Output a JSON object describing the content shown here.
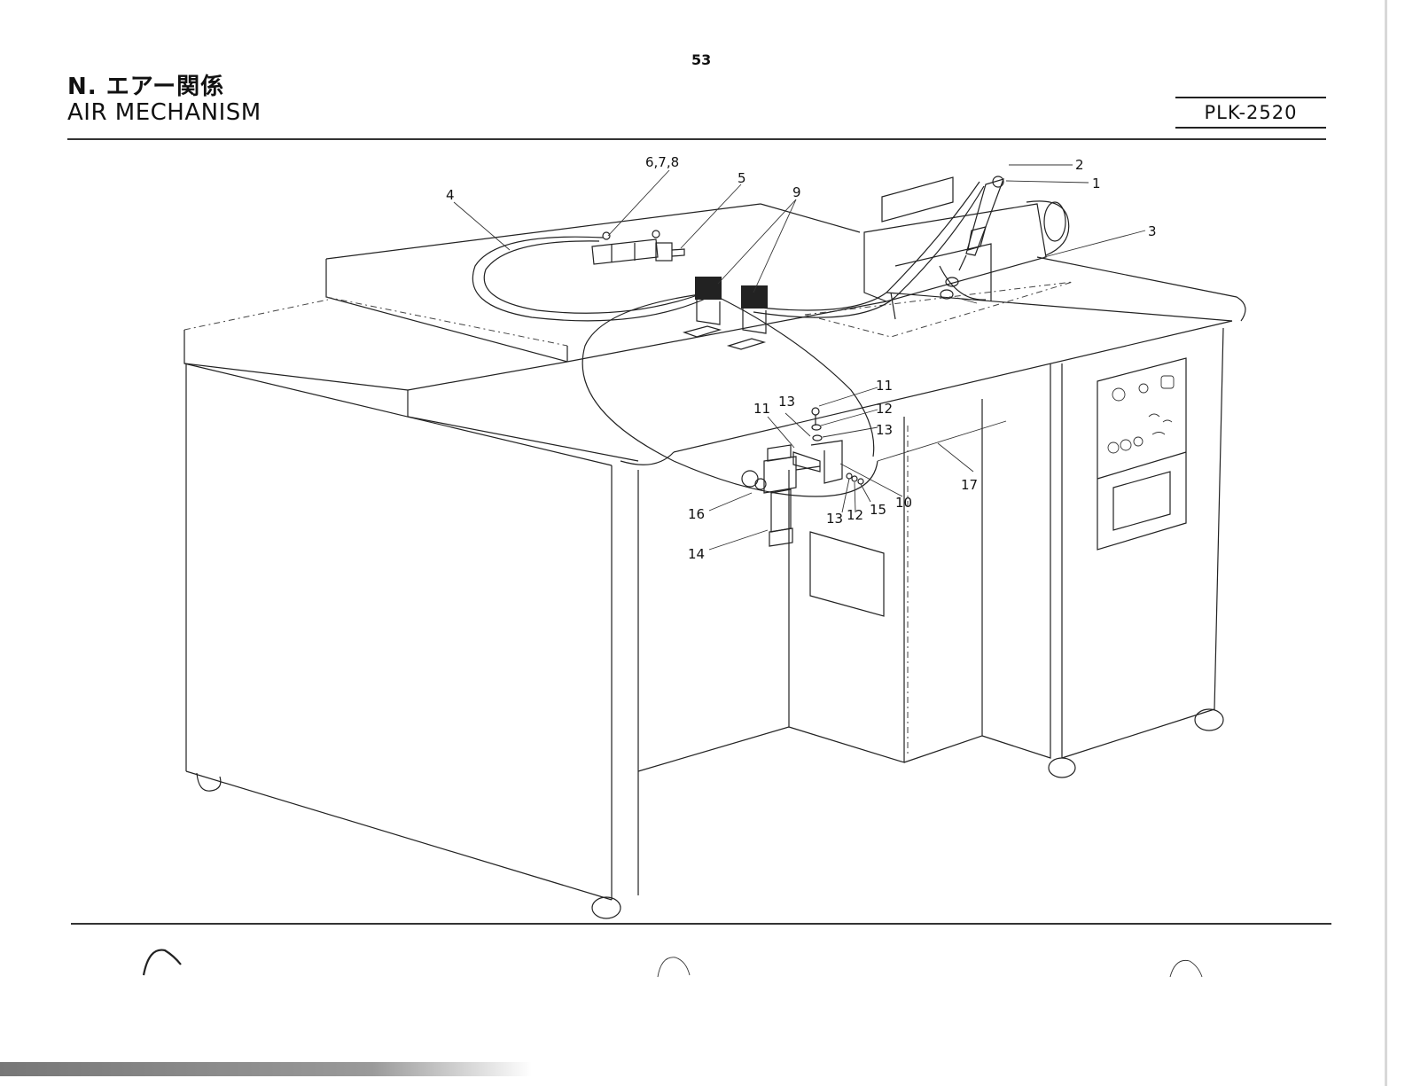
{
  "page": {
    "number": "53",
    "title_jp": "N. エアー関係",
    "title_en": "AIR MECHANISM",
    "model": "PLK-2520"
  },
  "callouts": {
    "c1": "1",
    "c2": "2",
    "c3": "3",
    "c4": "4",
    "c5": "5",
    "c678": "6,7,8",
    "c9": "9",
    "c10": "10",
    "c11a": "11",
    "c11b": "11",
    "c12a": "12",
    "c12b": "12",
    "c13a": "13",
    "c13b": "13",
    "c13c": "13",
    "c14": "14",
    "c15": "15",
    "c16": "16",
    "c17": "17"
  }
}
